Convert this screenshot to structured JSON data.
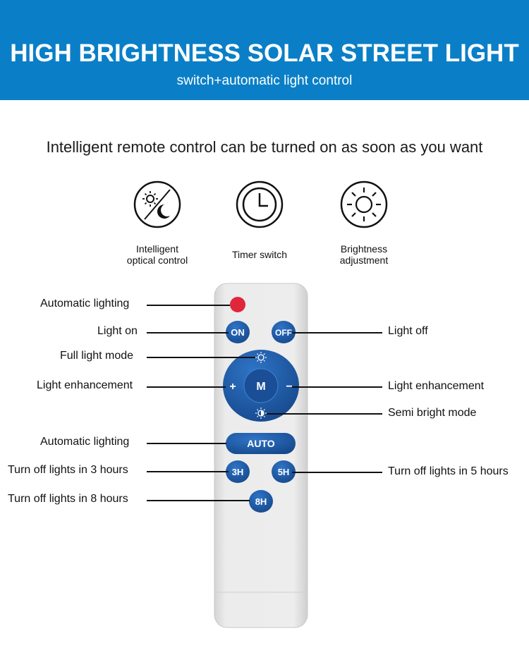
{
  "banner": {
    "title": "HIGH BRIGHTNESS SOLAR STREET LIGHT",
    "subtitle": "switch+automatic light control"
  },
  "headline": "Intelligent remote control can be turned on as soon as you want",
  "features": [
    {
      "icon": "day-night-icon",
      "line1": "Intelligent",
      "line2": "optical control"
    },
    {
      "icon": "clock-icon",
      "line1": "Timer switch",
      "line2": ""
    },
    {
      "icon": "sun-icon",
      "line1": "Brightness",
      "line2": "adjustment"
    }
  ],
  "remote": {
    "buttons": {
      "on": "ON",
      "off": "OFF",
      "m": "M",
      "plus": "+",
      "minus": "−",
      "auto": "AUTO",
      "h3": "3H",
      "h5": "5H",
      "h8": "8H"
    },
    "colors": {
      "body": "#e7e7e7",
      "button_blue": "#1c5aa6",
      "indicator_red": "#e0263a"
    }
  },
  "callouts": {
    "automatic_lighting_top": "Automatic lighting",
    "light_on": "Light on",
    "full_light_mode": "Full light mode",
    "light_enhancement_left": "Light enhancement",
    "automatic_lighting_mid": "Automatic lighting",
    "turn_off_3h": "Turn off lights in 3 hours",
    "turn_off_8h": "Turn off lights in 8 hours",
    "light_off": "Light off",
    "light_enhancement_right": "Light enhancement",
    "semi_bright_mode": "Semi bright mode",
    "turn_off_5h": "Turn off lights in 5 hours"
  }
}
